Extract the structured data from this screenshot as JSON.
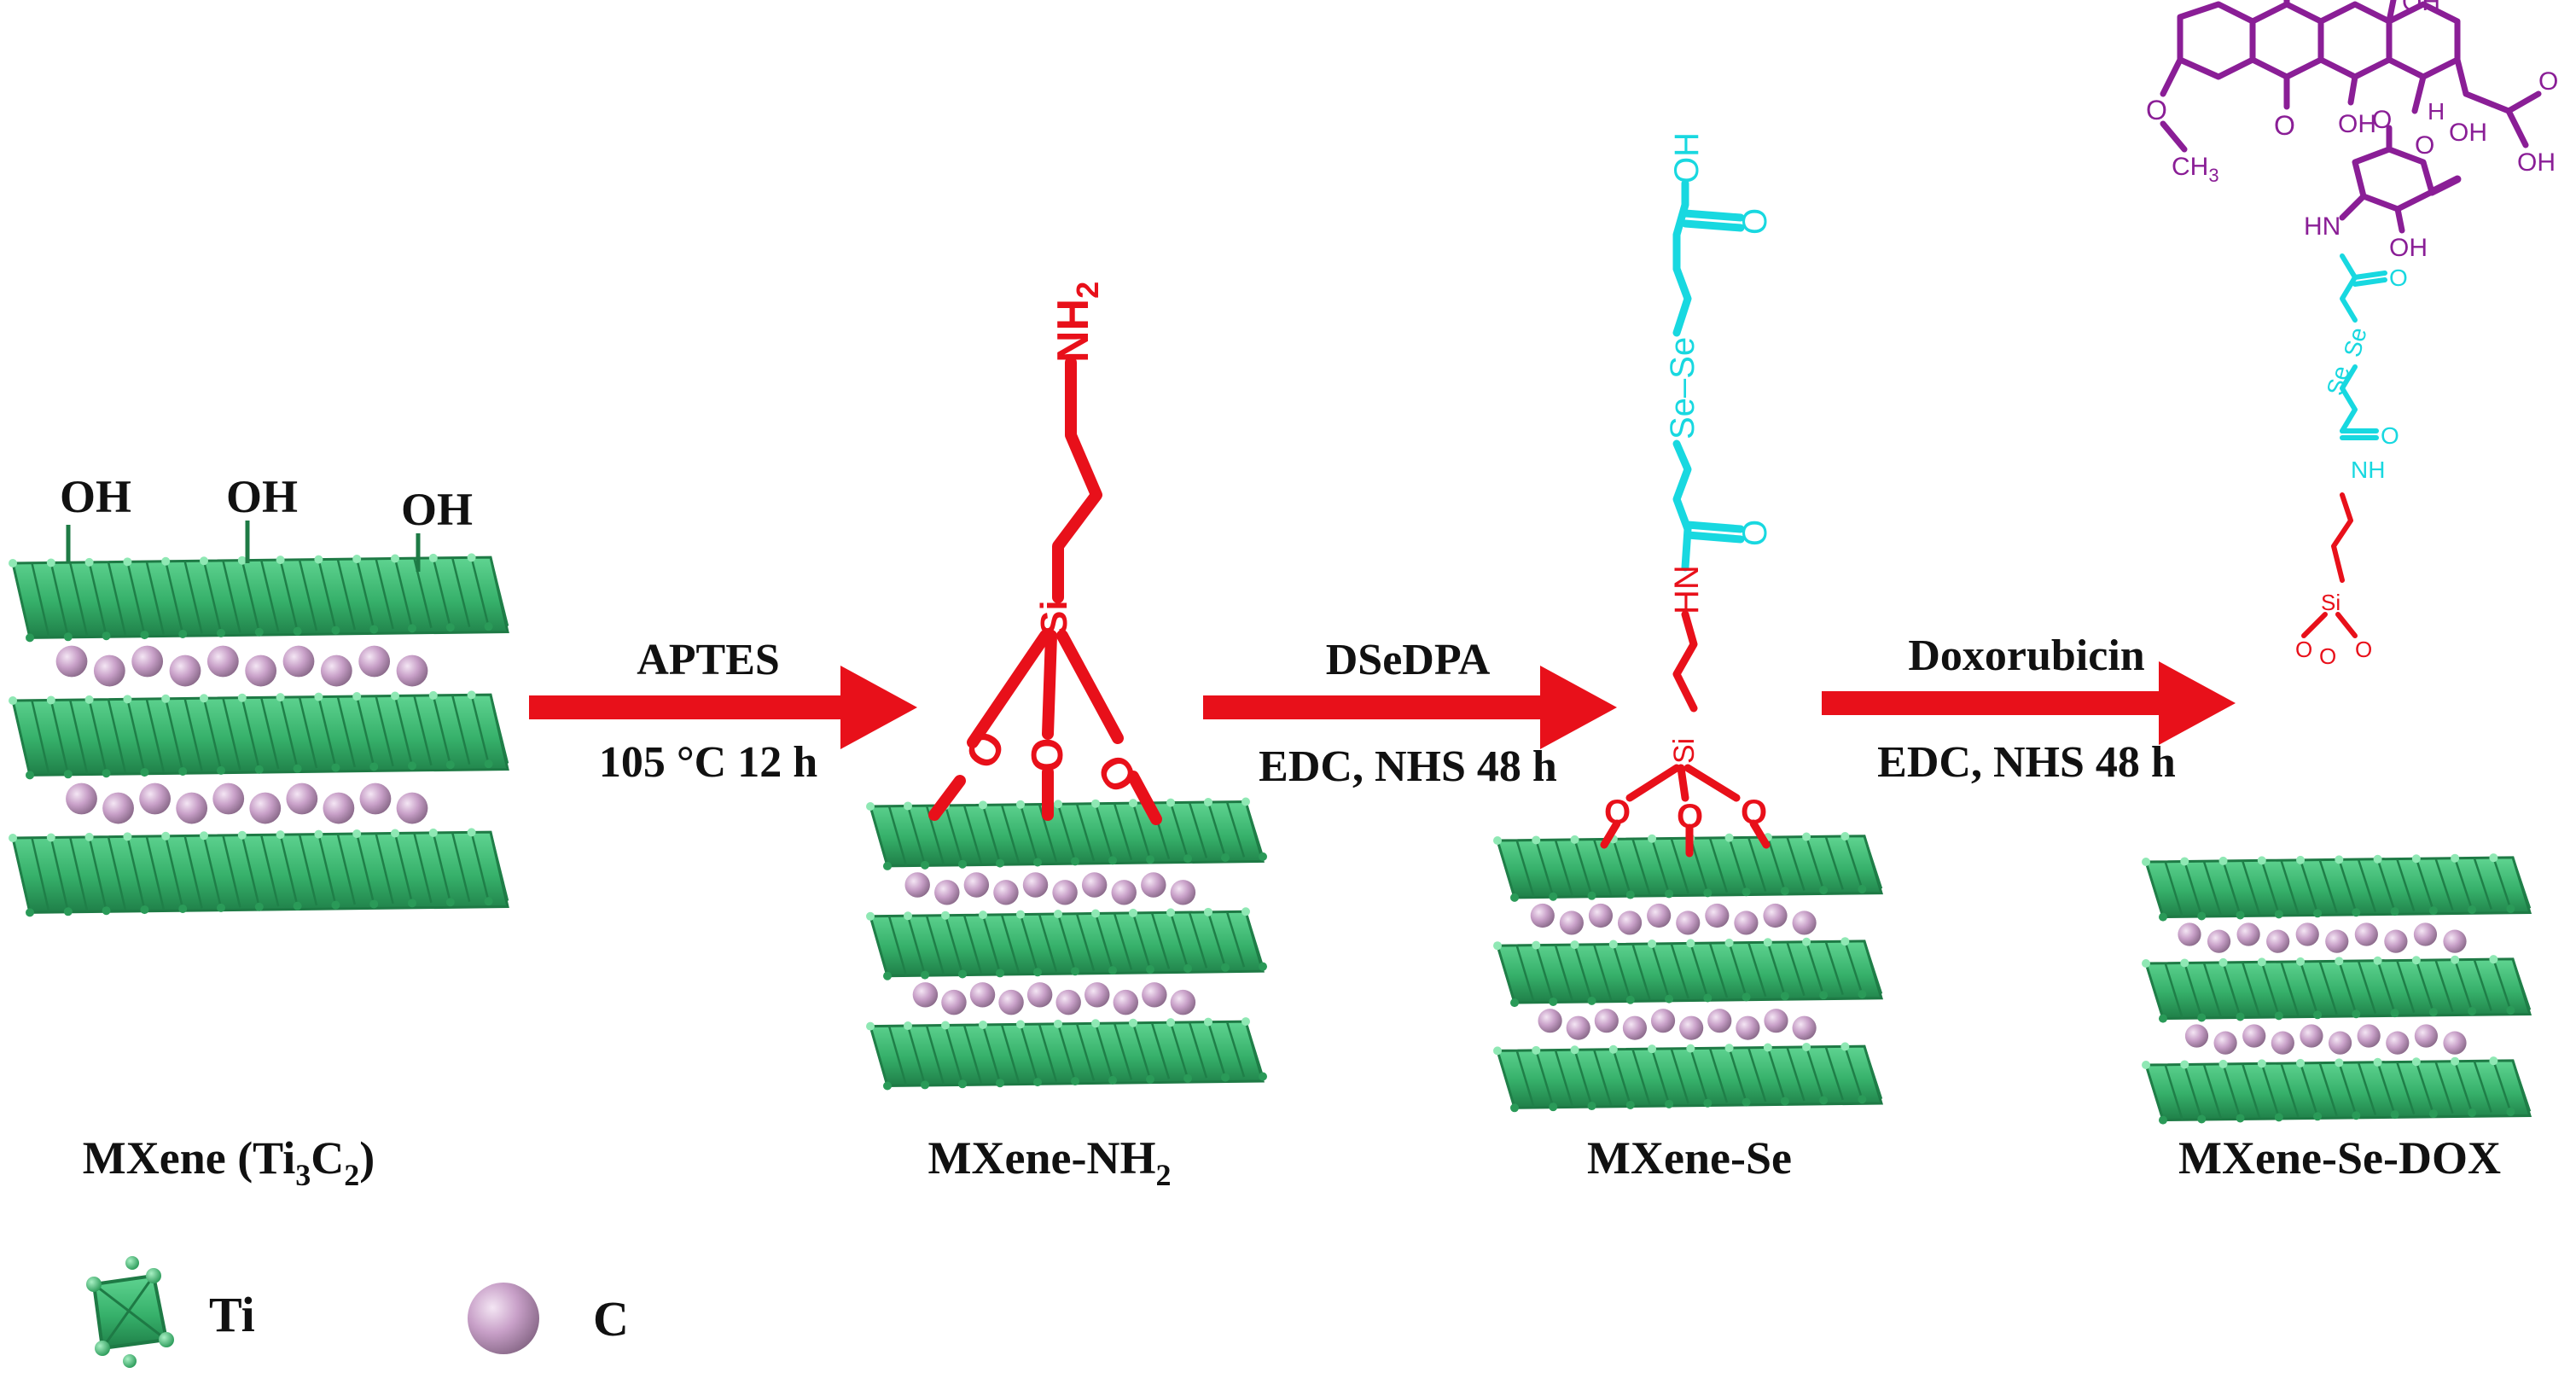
{
  "colors": {
    "ti_green": "#3cb371",
    "ti_dark": "#1e7a45",
    "carbon": "#c8a0c8",
    "linker_red": "#e8101a",
    "dsedpa_cyan": "#18d8e0",
    "dox_purple": "#8a1e96",
    "text": "#111111"
  },
  "stages": {
    "mxene": {
      "name_pre": "MXene (Ti",
      "sub1": "3",
      "name_mid": "C",
      "sub2": "2",
      "name_post": ")",
      "surface_groups": [
        "OH",
        "OH",
        "OH"
      ]
    },
    "nh2": {
      "name_pre": "MXene-NH",
      "sub": "2",
      "terminal": "NH",
      "terminal_sub": "2",
      "si": "Si",
      "oxygens": [
        "O",
        "O",
        "O"
      ]
    },
    "se": {
      "name": "MXene-Se",
      "acid_oh": "OH",
      "acid_o": "O",
      "sese": "Se–Se",
      "amide_o": "O",
      "amide_nh": "HN",
      "si": "Si",
      "oxygens": [
        "O",
        "O",
        "O"
      ]
    },
    "dox": {
      "name": "MXene-Se-DOX",
      "si": "Si",
      "oxygens": [
        "O",
        "O",
        "O"
      ],
      "amide_nh": "NH",
      "amide_o": "O",
      "se1": "Se",
      "se2": "Se",
      "drug": {
        "ketone_o1": "O",
        "ketone_o2": "O",
        "oh1": "OH",
        "oh2": "OH",
        "methoxy_o": "O",
        "ch3_pre": "CH",
        "ch3_sub": "3",
        "oh3": "OH",
        "side_o": "O",
        "oh4": "OH",
        "glyco_o": "O",
        "h": "H",
        "ring_o": "O",
        "hn": "HN",
        "oh5": "OH",
        "amide_o": "O"
      }
    }
  },
  "steps": [
    {
      "reagent": "APTES",
      "conditions": "105 °C 12 h"
    },
    {
      "reagent": "DSeDPA",
      "conditions": "EDC, NHS 48 h"
    },
    {
      "reagent": "Doxorubicin",
      "conditions": "EDC, NHS 48 h"
    }
  ],
  "legend": {
    "ti": "Ti",
    "c": "C"
  }
}
